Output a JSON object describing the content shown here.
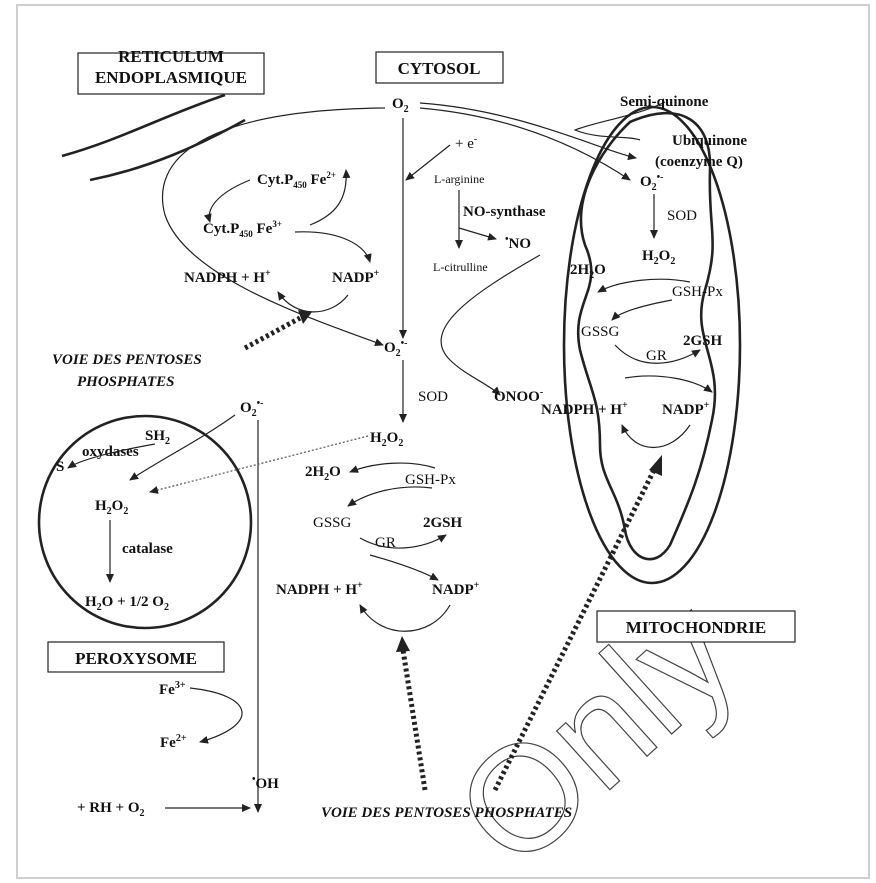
{
  "compartments": {
    "reticulum_line1": "RETICULUM",
    "reticulum_line2": "ENDOPLASMIQUE",
    "cytosol": "CYTOSOL",
    "peroxysome": "PEROXYSOME",
    "mitochondrie": "MITOCHONDRIE"
  },
  "labels": {
    "o2": "O",
    "electron": "+ e",
    "cyt_p450_fe2": "Cyt.P",
    "cyt_p450_fe3": "Cyt.P",
    "nadph_h_er": "NADPH + H",
    "nadp_er": "NADP",
    "voie_pentoses_left_1": "VOIE DES PENTOSES",
    "voie_pentoses_left_2": "PHOSPHATES",
    "l_arginine": "L-arginine",
    "no_synthase": "NO-synthase",
    "no_radical": "NO",
    "l_citrulline": "L-citrulline",
    "superoxide_cyto": "O",
    "sod_cyto": "SOD",
    "h2o2_cyto": "H",
    "water_cyto": "2H",
    "gsh_px_cyto": "GSH-Px",
    "gssg_cyto": "GSSG",
    "gsh2_cyto": "2GSH",
    "gr_cyto": "GR",
    "nadph_cyto": "NADPH + H",
    "nadp_cyto": "NADP",
    "peroxynitrite": "ONOO",
    "superoxide_perox": "O",
    "sh2": "SH",
    "oxydases": "oxydases",
    "s": "S",
    "h2o2_perox": "H",
    "catalase": "catalase",
    "h2o_perox": "H",
    "fe3": "Fe",
    "fe2": "Fe",
    "oh_radical": "OH",
    "rh_o2": "+ RH + O",
    "voie_pentoses_bottom": "VOIE DES PENTOSES PHOSPHATES",
    "semi_quinone": "Semi-quinone",
    "ubiquinone": "Ubiquinone",
    "coenzyme_q": "(coenzyme Q)",
    "superoxide_mito": "O",
    "sod_mito": "SOD",
    "h2o2_mito": "H",
    "water_mito": "2H",
    "gsh_px_mito": "GSH-Px",
    "gssg_mito": "GSSG",
    "gr_mito": "GR",
    "gsh2_mito": "2GSH",
    "nadph_mito": "NADPH + H",
    "nadp_mito": "NADP"
  },
  "watermark": "Only"
}
